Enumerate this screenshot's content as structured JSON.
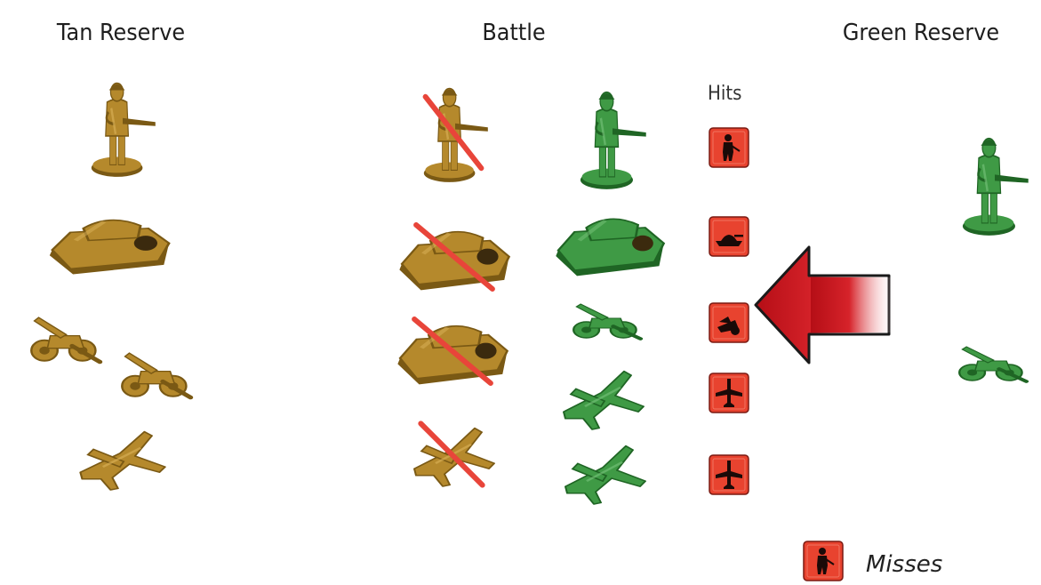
{
  "titles": {
    "tan": "Tan Reserve",
    "battle": "Battle",
    "green": "Green Reserve"
  },
  "hits_label": "Hits",
  "misses_label": "Misses",
  "colors": {
    "tan": "#b5892c",
    "tan_dark": "#7a5914",
    "green": "#3f9a45",
    "green_dark": "#1f6524",
    "dice_red": "#e8432f",
    "slash_red": "#e8453a",
    "arrow_red": "#c4161c"
  },
  "tan_reserve": [
    "soldier",
    "tank",
    "artillery",
    "artillery",
    "plane"
  ],
  "battle": {
    "tan": [
      {
        "unit": "soldier",
        "destroyed": true
      },
      {
        "unit": "tank",
        "destroyed": true
      },
      {
        "unit": "tank",
        "destroyed": true
      },
      {
        "unit": "plane",
        "destroyed": true
      }
    ],
    "green": [
      "soldier",
      "tank",
      "artillery",
      "plane",
      "plane"
    ]
  },
  "hits": [
    "soldier-icon",
    "tank-icon",
    "artillery-icon",
    "plane-icon",
    "plane-icon"
  ],
  "green_reserve": [
    "soldier",
    "artillery"
  ],
  "misses_icon": "soldier-icon"
}
